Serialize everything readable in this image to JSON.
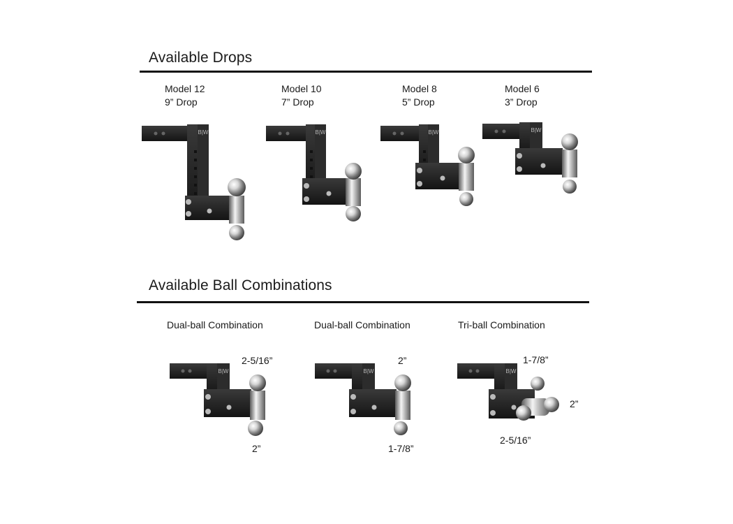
{
  "drops": {
    "title": "Available Drops",
    "models": [
      {
        "name": "Model 12",
        "drop": "9” Drop"
      },
      {
        "name": "Model 10",
        "drop": "7” Drop"
      },
      {
        "name": "Model 8",
        "drop": "5” Drop"
      },
      {
        "name": "Model 6",
        "drop": "3” Drop"
      }
    ]
  },
  "combos": {
    "title": "Available Ball Combinations",
    "items": [
      {
        "name": "Dual-ball Combination",
        "sizes": [
          "2-5/16”",
          "2”"
        ]
      },
      {
        "name": "Dual-ball Combination",
        "sizes": [
          "2”",
          "1-7/8”"
        ]
      },
      {
        "name": "Tri-ball Combination",
        "sizes": [
          "1-7/8”",
          "2”",
          "2-5/16”"
        ]
      }
    ]
  },
  "brand_mark": "B|W",
  "colors": {
    "body": "#222222",
    "chrome": "#c8c8c8",
    "rule": "#111111"
  }
}
